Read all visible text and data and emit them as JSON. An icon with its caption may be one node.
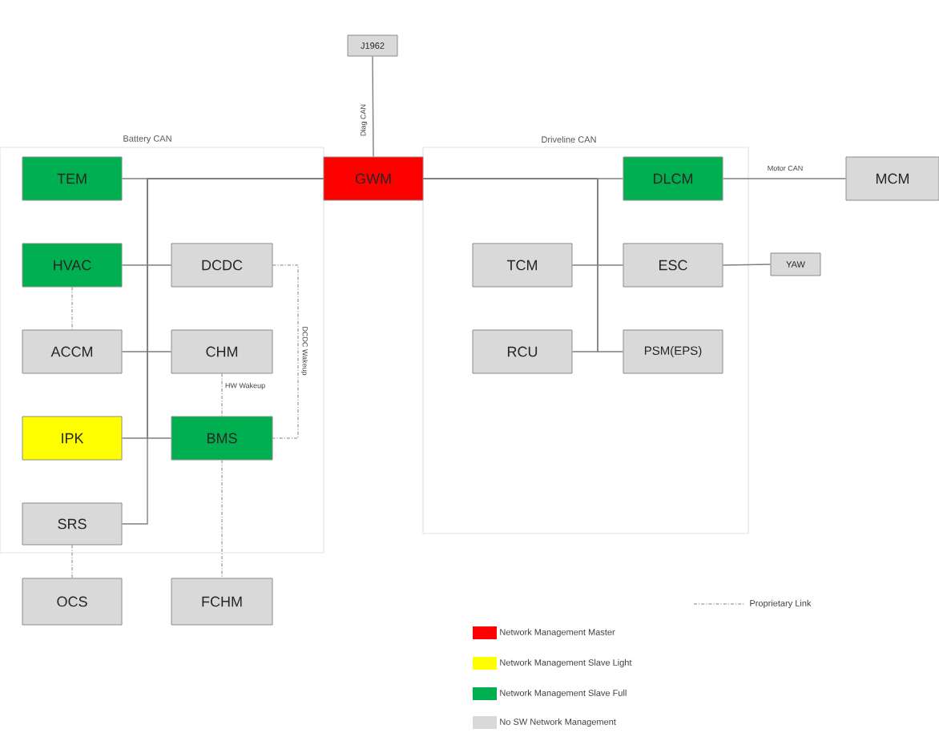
{
  "diagram": {
    "nodes": [
      {
        "text": [
          "Battery CAN"
        ]
      },
      {
        "text": [
          "Driveline CAN"
        ]
      },
      {
        "text": [
          "J1962"
        ]
      },
      {
        "text": [
          "TEM"
        ],
        "in": 0
      },
      {
        "text": [
          "GWM"
        ]
      },
      {
        "text": [
          "DLCM"
        ],
        "in": 1
      },
      {
        "text": [
          "MCM"
        ]
      },
      {
        "text": [
          "HVAC"
        ],
        "in": 0
      },
      {
        "text": [
          "DCDC"
        ],
        "in": 0
      },
      {
        "text": [
          "TCM"
        ],
        "in": 1
      },
      {
        "text": [
          "ESC"
        ],
        "in": 1
      },
      {
        "text": [
          "YAW"
        ]
      },
      {
        "text": [
          "ACCM"
        ],
        "in": 0
      },
      {
        "text": [
          "CHM"
        ],
        "in": 0
      },
      {
        "text": [
          "RCU"
        ],
        "in": 1
      },
      {
        "text": [
          "PSM(EPS)"
        ],
        "in": 1
      },
      {
        "text": [
          "IPK"
        ],
        "in": 0
      },
      {
        "text": [
          "BMS"
        ],
        "in": 0
      },
      {
        "text": [
          "SRS"
        ],
        "in": 0
      },
      {
        "text": [
          "OCS"
        ]
      },
      {
        "text": [
          "FCHM"
        ]
      }
    ],
    "edges": [
      {
        "from": 2,
        "to": 4,
        "arrow": "none",
        "label": "Diag CAN"
      },
      {
        "from": 3,
        "to": 4,
        "arrow": "none"
      },
      {
        "from": 7,
        "to": 4,
        "arrow": "none"
      },
      {
        "from": 8,
        "to": 4,
        "arrow": "none"
      },
      {
        "from": 12,
        "to": 4,
        "arrow": "none"
      },
      {
        "from": 13,
        "to": 4,
        "arrow": "none"
      },
      {
        "from": 16,
        "to": 4,
        "arrow": "none"
      },
      {
        "from": 17,
        "to": 4,
        "arrow": "none"
      },
      {
        "from": 18,
        "to": 4,
        "arrow": "none"
      },
      {
        "from": 4,
        "to": 5,
        "arrow": "none"
      },
      {
        "from": 9,
        "to": 4,
        "arrow": "none"
      },
      {
        "from": 10,
        "to": 4,
        "arrow": "none"
      },
      {
        "from": 14,
        "to": 4,
        "arrow": "none"
      },
      {
        "from": 15,
        "to": 4,
        "arrow": "none"
      },
      {
        "from": 5,
        "to": 6,
        "arrow": "none",
        "label": "Motor CAN"
      },
      {
        "from": 10,
        "to": 11,
        "arrow": "none"
      },
      {
        "from": 7,
        "to": 12,
        "arrow": "none",
        "style": "dashed"
      },
      {
        "from": 8,
        "to": 17,
        "arrow": "none",
        "style": "dashed",
        "label": "DCDC Wakeup"
      },
      {
        "from": 13,
        "to": 17,
        "arrow": "none",
        "style": "dashed",
        "label": "HW Wakeup"
      },
      {
        "from": 18,
        "to": 19,
        "arrow": "none",
        "style": "dashed"
      },
      {
        "from": 17,
        "to": 20,
        "arrow": "none",
        "style": "dashed"
      }
    ],
    "legend": [
      {
        "text": "Proprietary Link"
      },
      {
        "text": "Network Management Master",
        "color": "#ff0000"
      },
      {
        "text": "Network Management Slave Light",
        "color": "#ffff00"
      },
      {
        "text": "Network Management Slave Full",
        "color": "#00b050"
      },
      {
        "text": "No  SW Network Management",
        "color": "#d9d9d9"
      }
    ]
  }
}
